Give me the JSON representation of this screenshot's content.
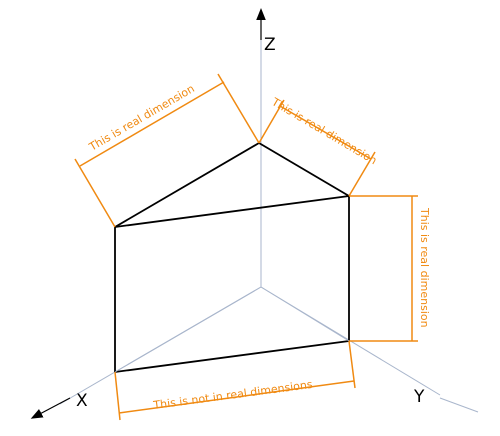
{
  "axes": {
    "x_label": "X",
    "y_label": "Y",
    "z_label": "Z"
  },
  "dimensions": {
    "left_slant": "This is real dimension",
    "right_slant": "This is real dimension",
    "vertical": "This is real dimension",
    "bottom": "This is not in real dimensions"
  },
  "colors": {
    "dimension": "#f08a12",
    "axis": "#a9b6cc",
    "edge": "#000000"
  }
}
